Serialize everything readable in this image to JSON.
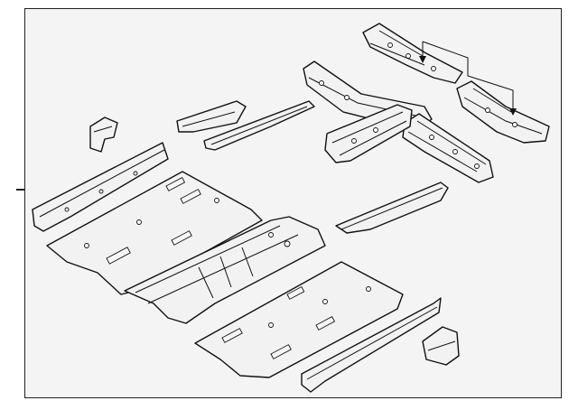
{
  "diagram": {
    "parts": [
      {
        "id": "rear-rail-left"
      },
      {
        "id": "rear-rail-right"
      },
      {
        "id": "rear-crossmember"
      },
      {
        "id": "side-rail-long"
      },
      {
        "id": "small-bracket-left"
      },
      {
        "id": "small-bracket-right"
      },
      {
        "id": "front-crossmember"
      },
      {
        "id": "seat-brace-upper"
      },
      {
        "id": "seat-brace-lower"
      },
      {
        "id": "rear-floor-pan"
      },
      {
        "id": "center-tunnel"
      },
      {
        "id": "front-floor-pan"
      },
      {
        "id": "rocker-reinforcement"
      },
      {
        "id": "rear-side-bracket"
      },
      {
        "id": "rear-side-bracket-2"
      }
    ],
    "colors": {
      "line": "#111111",
      "panel": "#f2f2f2",
      "frame_bg": "#f4f4f4"
    }
  }
}
